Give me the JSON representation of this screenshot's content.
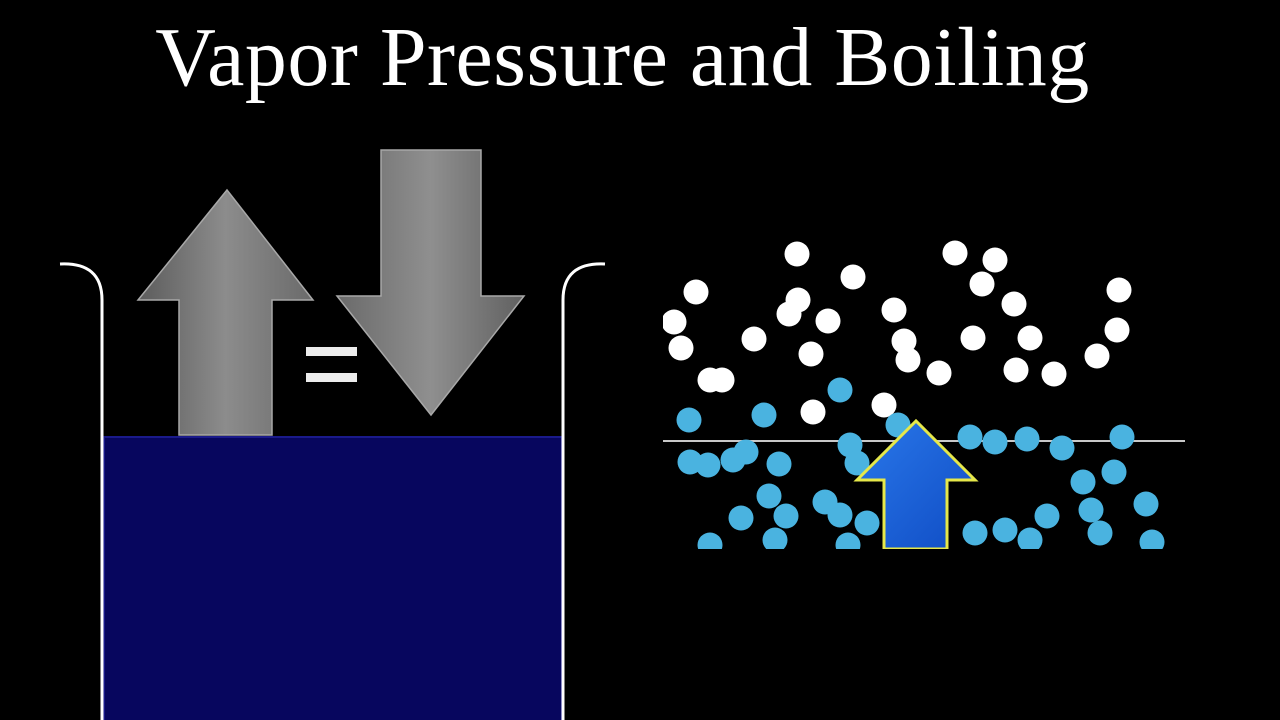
{
  "title": "Vapor Pressure and Boiling",
  "colors": {
    "background": "#000000",
    "title_text": "#ffffff",
    "liquid": "#07065e",
    "liquid_edge": "#1a1a8a",
    "beaker_outline": "#ffffff",
    "arrow_gray": "#808080",
    "vapor_molecule": "#ffffff",
    "liquid_molecule": "#4ab3e0",
    "bubble_arrow_fill": "#1a5fd6",
    "bubble_arrow_outline": "#e6e84a",
    "surface_line": "#c8c8c8"
  },
  "left_panel": {
    "evaporation_arrow": "up-arrow-icon",
    "condensation_arrow": "down-arrow-icon",
    "equals_sign": "equals-icon"
  },
  "right_panel": {
    "vapor_molecules": "white-circles",
    "liquid_molecules": "blue-circles",
    "rising_arrow": "up-arrow-icon"
  }
}
